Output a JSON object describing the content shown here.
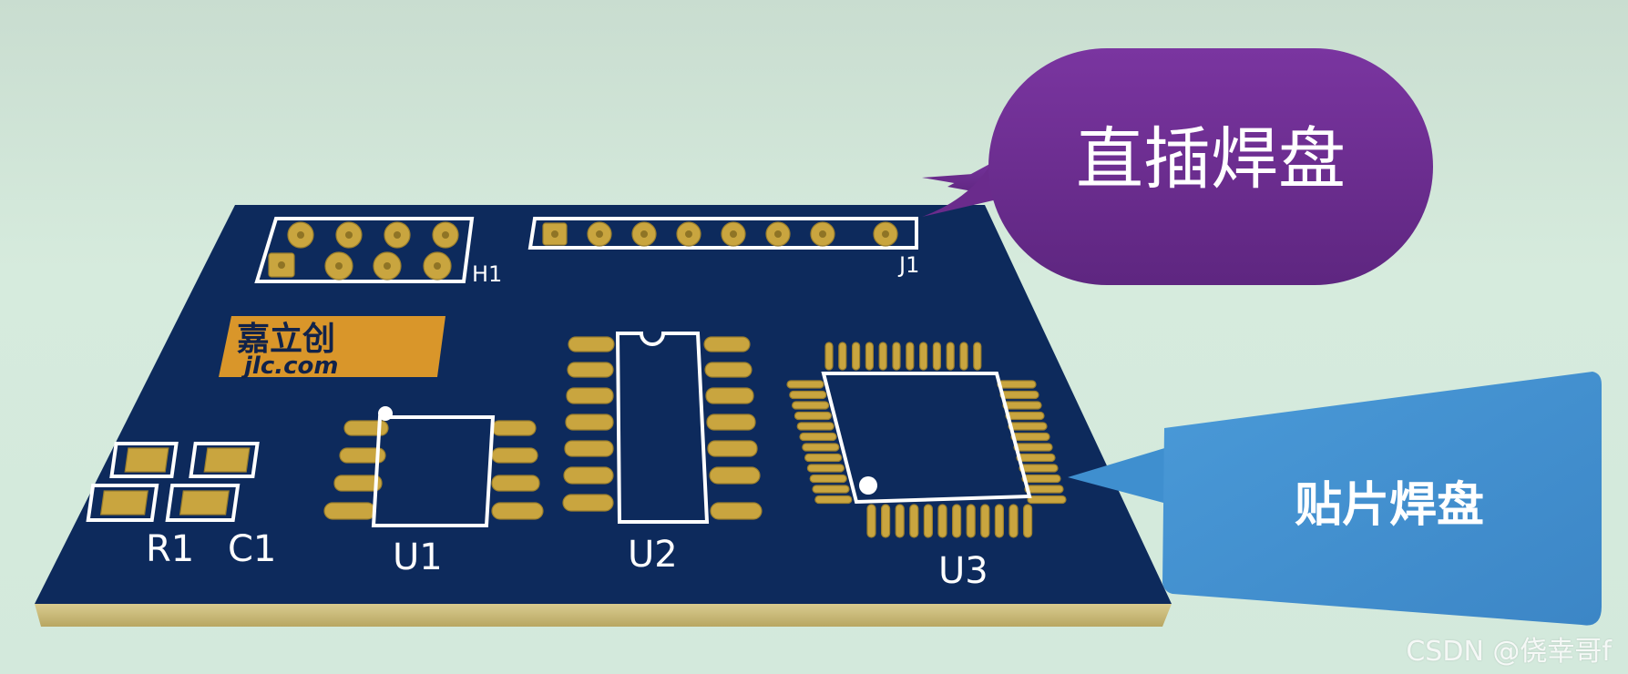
{
  "callouts": {
    "through_hole": "直插焊盘",
    "smd": "贴片焊盘"
  },
  "components": {
    "h1": "H1",
    "j1": "J1",
    "r1": "R1",
    "c1": "C1",
    "u1": "U1",
    "u2": "U2",
    "u3": "U3"
  },
  "logo": {
    "cn": "嘉立创",
    "url": "jlc.com"
  },
  "watermark": "CSDN @侥幸哥f",
  "colors": {
    "board": "#0d2a5c",
    "copper": "#c9a53f",
    "through_hole_callout": "#6a2b8c",
    "smd_callout": "#3f8fcf"
  }
}
